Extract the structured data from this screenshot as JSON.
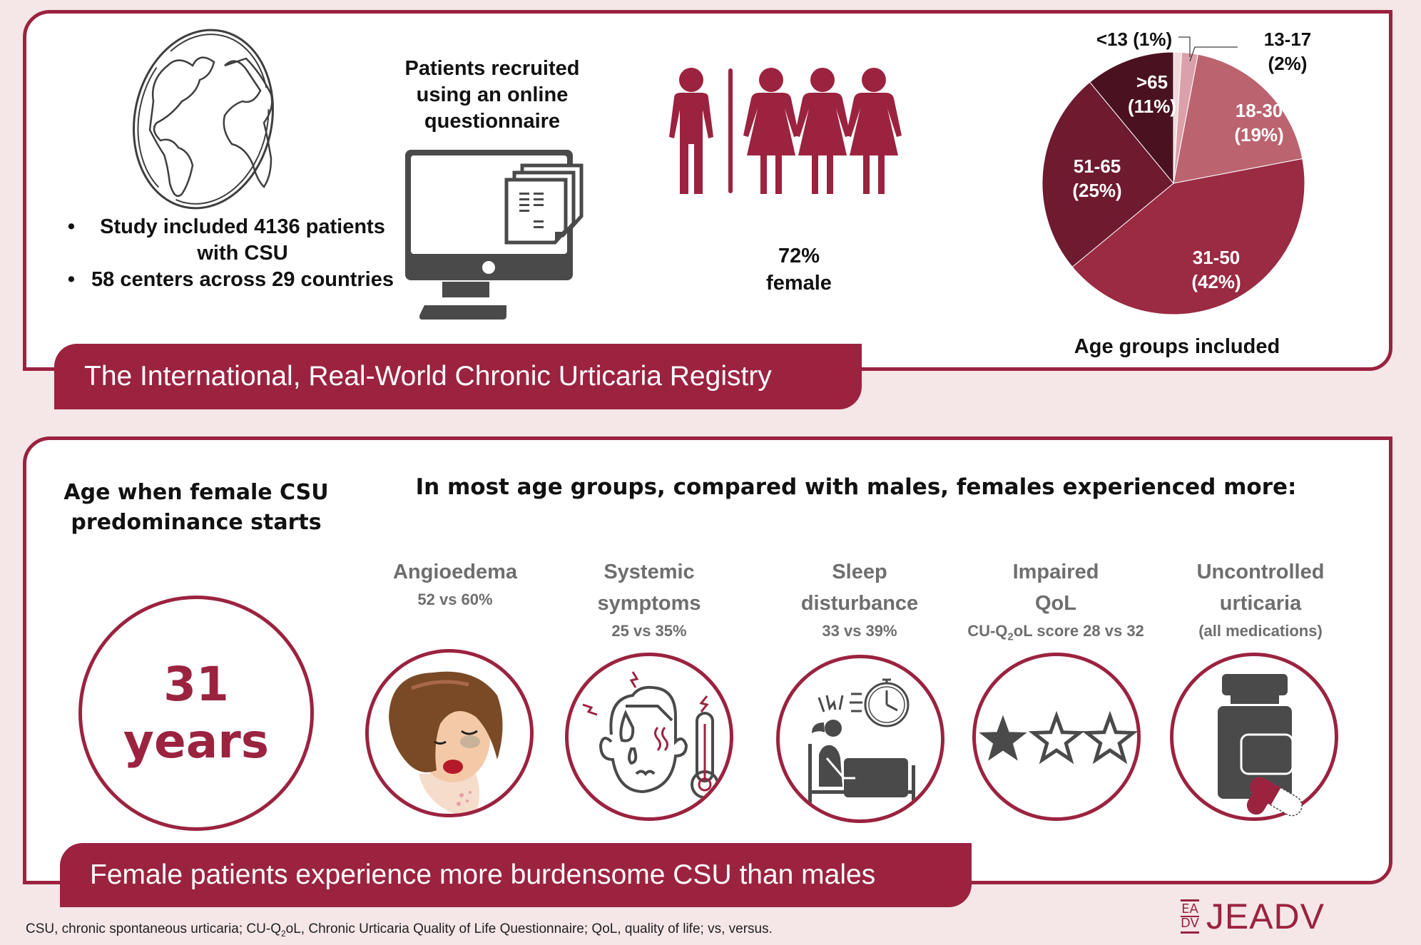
{
  "colors": {
    "brand": "#9b2340",
    "background": "#f5e6e8",
    "icon_gray": "#4a4a4a",
    "text_gray": "#6e6e6e"
  },
  "top_section": {
    "banner_title": "The International, Real-World Chronic Urticaria Registry",
    "study_bullets": [
      "Study included 4136 patients with CSU",
      "58 centers across 29 countries"
    ],
    "recruitment_text": "Patients recruited using an online questionnaire",
    "female_percent_text": "72%",
    "female_label": "female",
    "people_icons": [
      "male-icon",
      "female-icon",
      "female-icon",
      "female-icon"
    ],
    "pie_caption": "Age groups included"
  },
  "chart_data": {
    "type": "pie",
    "title": "Age groups included",
    "categories": [
      "<13",
      "13-17",
      "18-30",
      "31-50",
      "51-65",
      ">65"
    ],
    "values": [
      1,
      2,
      19,
      42,
      25,
      11
    ],
    "unit": "%",
    "labels": [
      "<13 (1%)",
      "13-17 (2%)",
      "18-30 (19%)",
      "31-50 (42%)",
      "51-65 (25%)",
      ">65 (11%)"
    ],
    "colors": [
      "#f0d9dc",
      "#dba1aa",
      "#bb636f",
      "#9b2a43",
      "#6e1a2f",
      "#4a1220"
    ],
    "start": "12 o'clock",
    "direction": "clockwise"
  },
  "bottom_section": {
    "banner_title": "Female patients experience more burdensome CSU than males",
    "age_heading": "Age when female CSU predominance starts",
    "age_value": "31",
    "age_unit": "years",
    "comparison_heading": "In most age groups, compared with males, females experienced more:",
    "categories": [
      {
        "title_1": "Angioedema",
        "title_2": "",
        "stat": "52 vs 60%",
        "icon": "woman-face-swelling-icon"
      },
      {
        "title_1": "Systemic",
        "title_2": "symptoms",
        "stat": "25 vs 35%",
        "icon": "feverish-face-thermometer-icon"
      },
      {
        "title_1": "Sleep",
        "title_2": "disturbance",
        "stat": "33 vs 39%",
        "icon": "sleepless-bed-clock-icon"
      },
      {
        "title_1": "Impaired",
        "title_2": "QoL",
        "stat_prefix": "CU-Q",
        "stat_sub": "2",
        "stat_suffix": "oL score 28 vs 32",
        "icon": "star-rating-icon"
      },
      {
        "title_1": "Uncontrolled",
        "title_2": "urticaria",
        "stat": "(all medications)",
        "icon": "pill-bottle-icon"
      }
    ]
  },
  "footer": {
    "footnote_a": "CSU, chronic spontaneous urticaria; CU-Q",
    "footnote_sub": "2",
    "footnote_b": "oL, Chronic Urticaria Quality of Life Questionnaire; QoL, quality of life; vs, versus.",
    "logo_mark_top": "EA",
    "logo_mark_bottom": "DV",
    "logo_text": "JEADV"
  }
}
